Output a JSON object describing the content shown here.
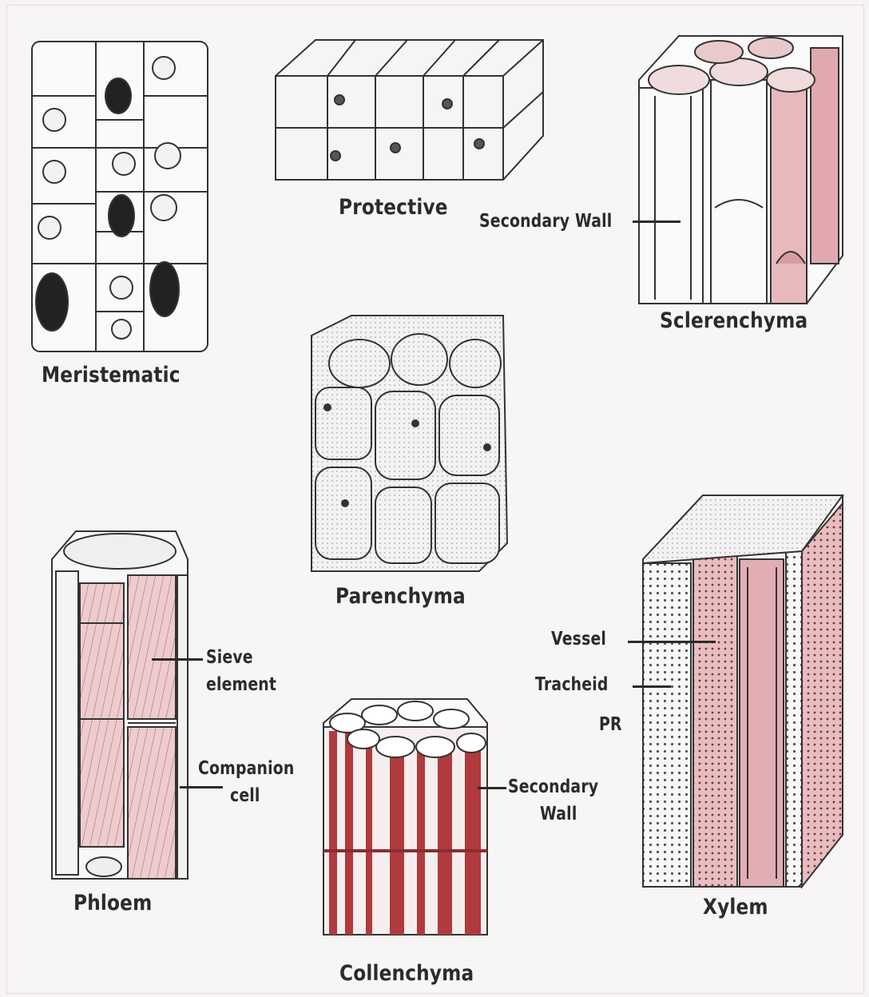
{
  "tissues": {
    "meristematic": "Meristematic",
    "protective": "Protective",
    "sclerenchyma": "Sclerenchyma",
    "parenchyma": "Parenchyma",
    "phloem": "Phloem",
    "collenchyma": "Collenchyma",
    "xylem": "Xylem"
  },
  "parts": {
    "secondary_wall_top": "Secondary Wall",
    "sieve_element_line1": "Sieve",
    "sieve_element_line2": "element",
    "companion_cell_line1": "Companion",
    "companion_cell_line2": "cell",
    "secondary_wall_bottom_line1": "Secondary",
    "secondary_wall_bottom_line2": "Wall",
    "vessel": "Vessel",
    "tracheid": "Tracheid",
    "pr": "PR"
  },
  "colors": {
    "ink": "#2b2b2b",
    "pink_fill": "#e7b9bd",
    "red_fill": "#b03a3e",
    "background": "#f6f3f3"
  }
}
